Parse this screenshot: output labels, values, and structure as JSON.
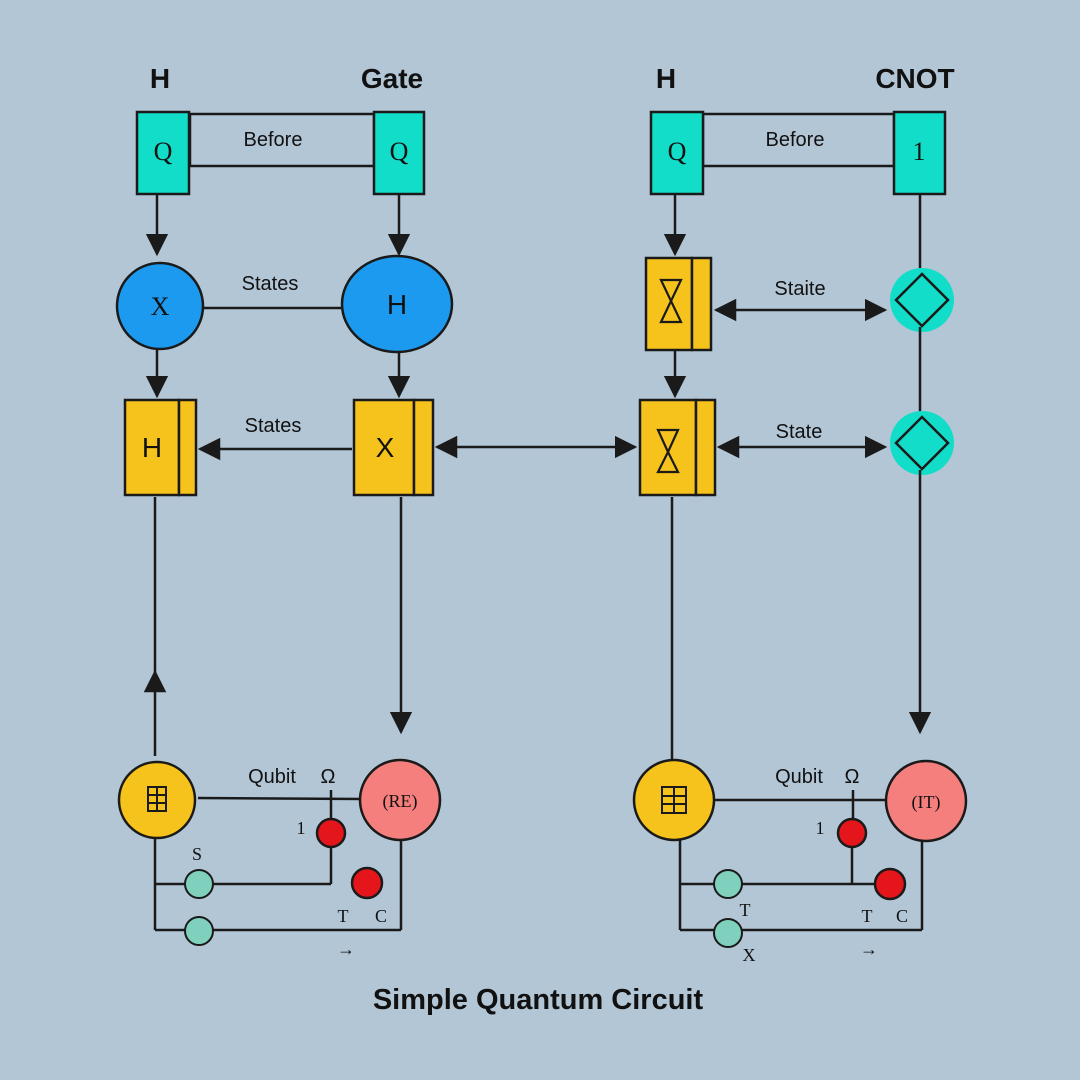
{
  "title": "Simple Quantum Circuit",
  "colors": {
    "background": "#b3c6d6",
    "cyan": "#12ddc8",
    "blue": "#1b9af0",
    "yellow": "#f6c21c",
    "salmon": "#f47f7c",
    "red": "#e4161c",
    "mint": "#7fd1bd"
  },
  "headers": {
    "h_left": "H",
    "gate": "Gate",
    "h_right": "H",
    "cnot": "CNOT"
  },
  "left": {
    "q1": "Q",
    "q2": "Q",
    "before": "Before",
    "x_circle": "X",
    "h_ellipse": "H",
    "states_top": "States",
    "h_box": "H",
    "x_box": "X",
    "states_mid": "States",
    "qubit": "Qubit",
    "omega": "Ω",
    "one": "1",
    "salmon_text": "(RE)",
    "s": "S",
    "t": "T",
    "c": "C",
    "arrow": "→"
  },
  "right": {
    "q": "Q",
    "one_box": "1",
    "before": "Before",
    "state_top": "Staite",
    "state_mid": "State",
    "qubit": "Qubit",
    "omega": "Ω",
    "one": "1",
    "salmon_text": "(IT)",
    "t1": "T",
    "t2": "T",
    "c": "C",
    "x": "X",
    "arrow": "→"
  }
}
